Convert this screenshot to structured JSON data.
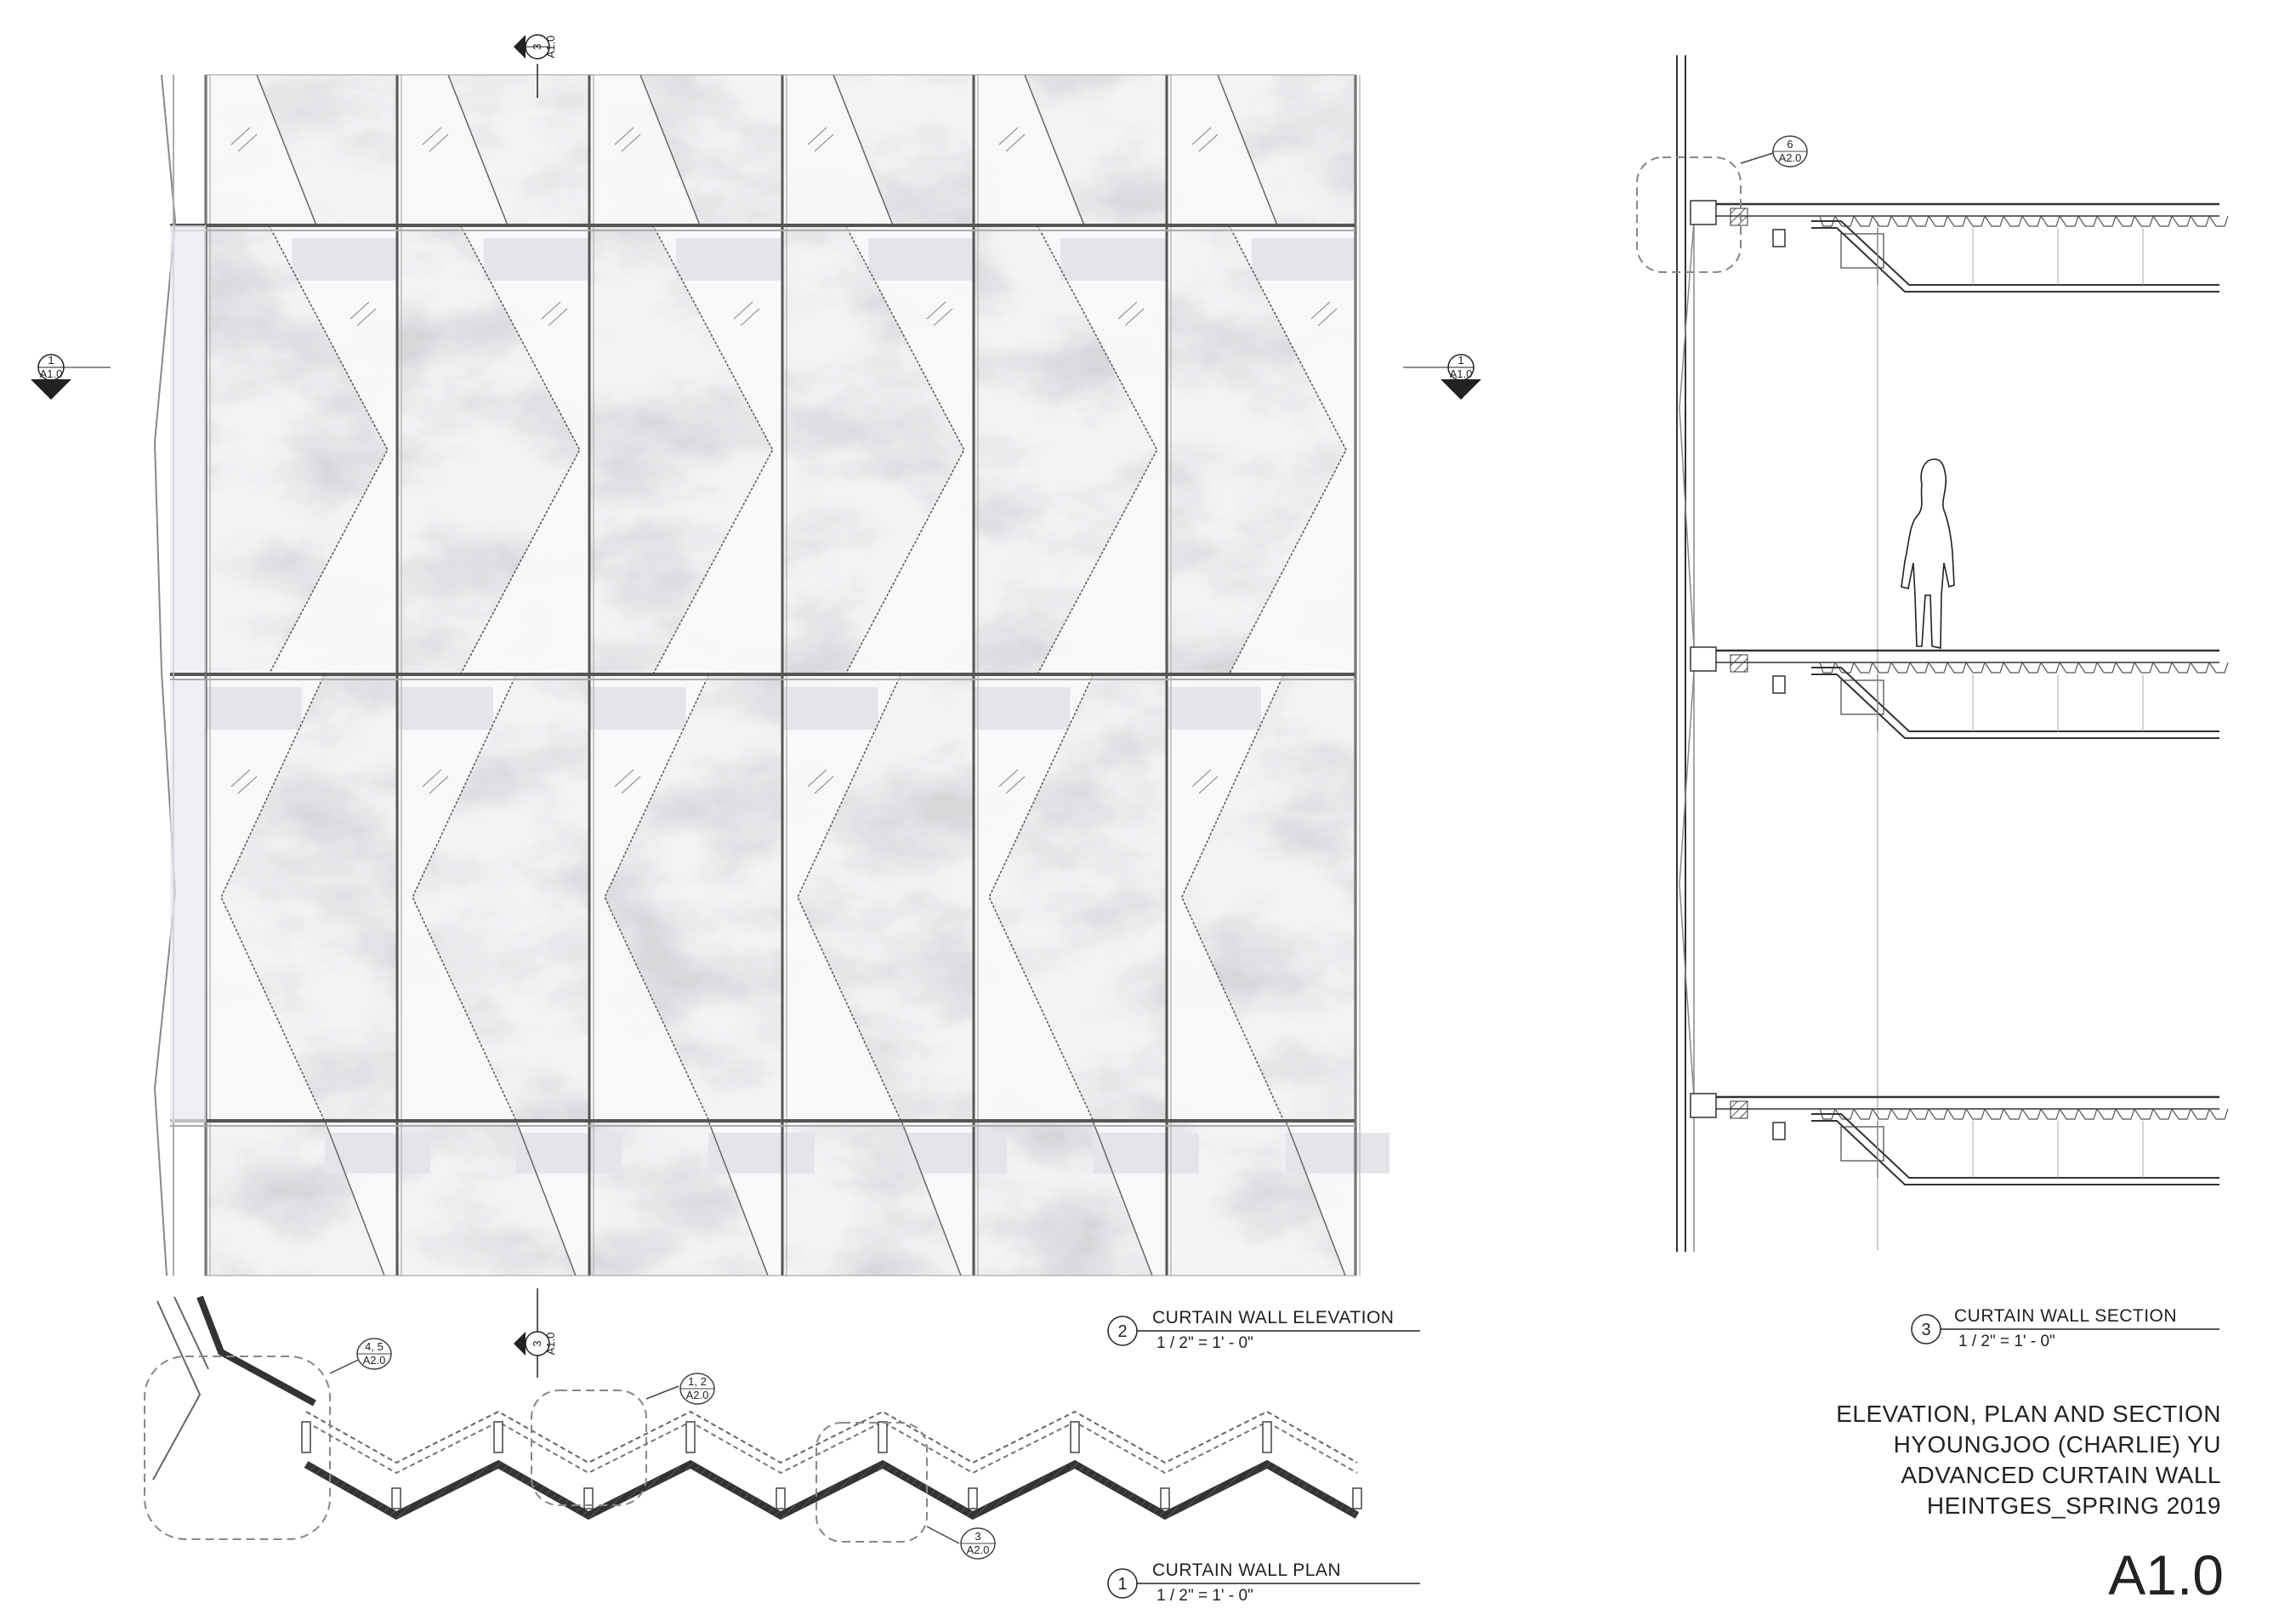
{
  "drawings": {
    "elevation": {
      "number": "2",
      "title": "CURTAIN WALL ELEVATION",
      "scale": "1 / 2\" = 1' - 0\""
    },
    "plan": {
      "number": "1",
      "title": "CURTAIN WALL PLAN",
      "scale": "1 / 2\" = 1' - 0\""
    },
    "section": {
      "number": "3",
      "title": "CURTAIN WALL SECTION",
      "scale": "1 / 2\" = 1' - 0\""
    }
  },
  "markers": {
    "section_marks": [
      {
        "number": "3",
        "sheet": "A1.0"
      },
      {
        "number": "3",
        "sheet": "A1.0"
      },
      {
        "number": "1",
        "sheet": "A1.0"
      },
      {
        "number": "1",
        "sheet": "A1.0"
      }
    ],
    "detail_callouts": [
      {
        "number": "4, 5",
        "sheet": "A2.0"
      },
      {
        "number": "1, 2",
        "sheet": "A2.0"
      },
      {
        "number": "3",
        "sheet": "A2.0"
      },
      {
        "number": "6",
        "sheet": "A2.0"
      }
    ]
  },
  "title_block": {
    "lines": [
      "ELEVATION, PLAN AND SECTION",
      "HYOUNGJOO (CHARLIE) YU",
      "ADVANCED CURTAIN WALL",
      "HEINTGES_SPRING 2019"
    ],
    "sheet_number": "A1.0"
  }
}
